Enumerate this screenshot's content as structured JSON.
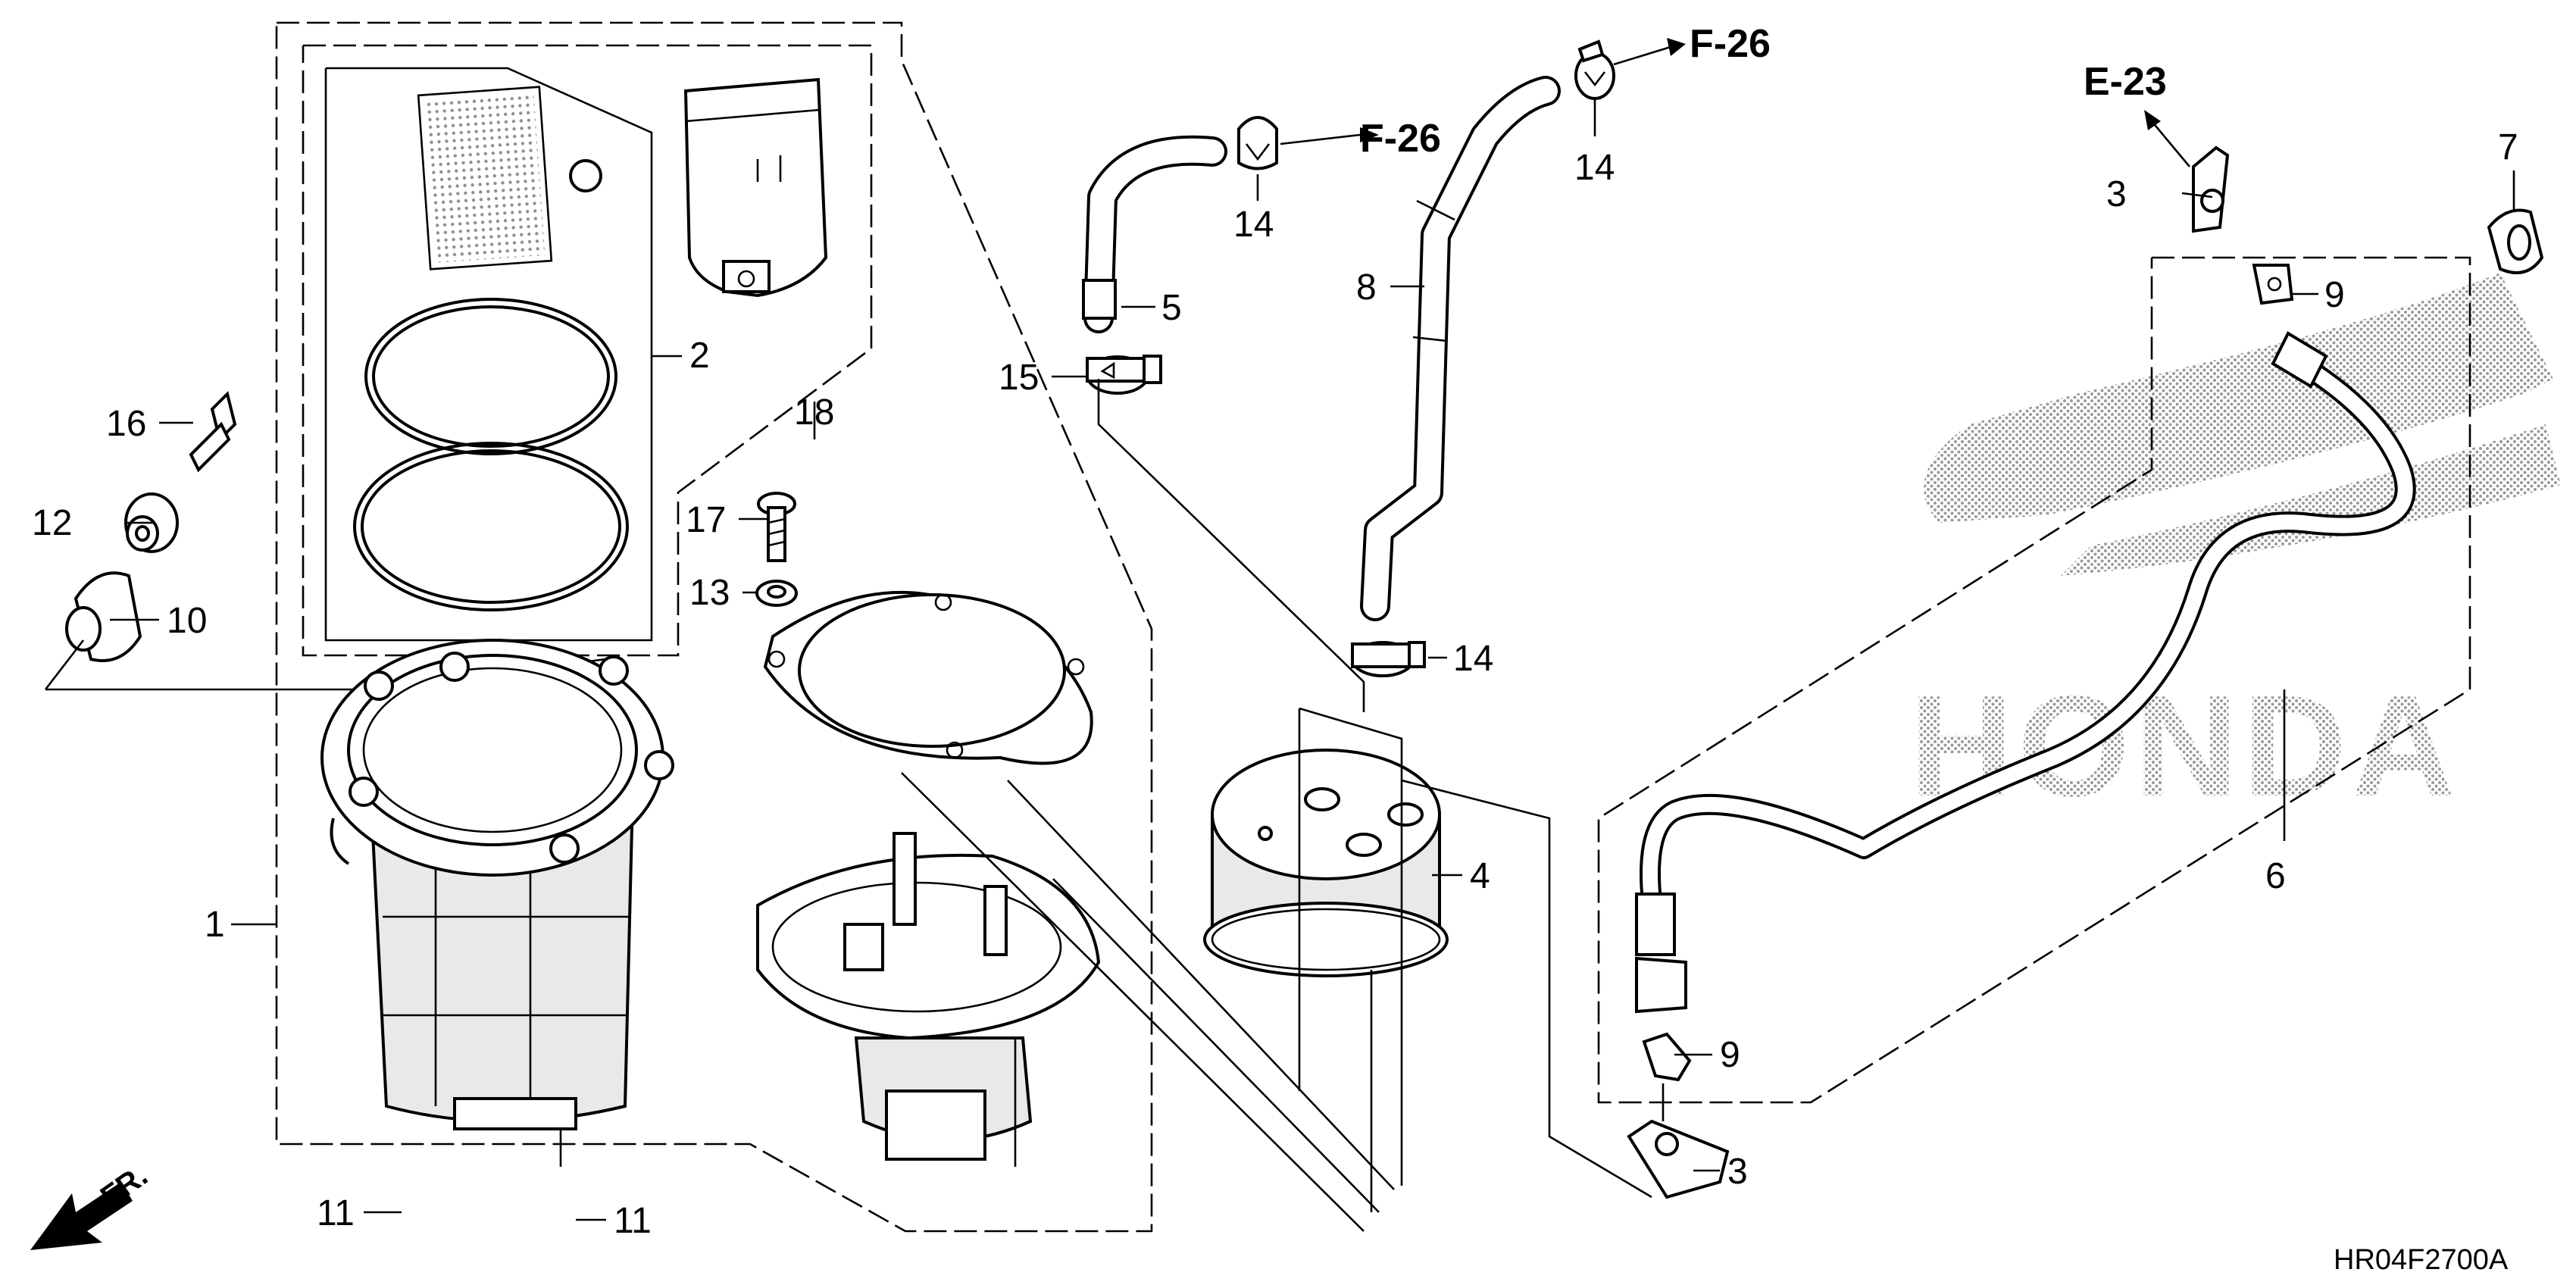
{
  "callouts": {
    "c1": "1",
    "c2": "2",
    "c3a": "3",
    "c3b": "3",
    "c4": "4",
    "c5": "5",
    "c6": "6",
    "c7": "7",
    "c8": "8",
    "c9a": "9",
    "c9b": "9",
    "c10": "10",
    "c11a": "11",
    "c11b": "11",
    "c12": "12",
    "c13": "13",
    "c14a": "14",
    "c14b": "14",
    "c14c": "14",
    "c15": "15",
    "c16": "16",
    "c17": "17",
    "c18": "18"
  },
  "references": {
    "f26_upper": "F-26",
    "f26_lower": "F-26",
    "e23": "E-23"
  },
  "orientation": {
    "label": "FR.",
    "icon": "front-direction-arrow-icon"
  },
  "watermark": {
    "text": "HONDA",
    "icon": "honda-wing-logo-icon"
  },
  "diagram_code": "HR04F2700A",
  "colors": {
    "line": "#000000",
    "background": "#ffffff",
    "watermark": "#b0b0b0"
  }
}
